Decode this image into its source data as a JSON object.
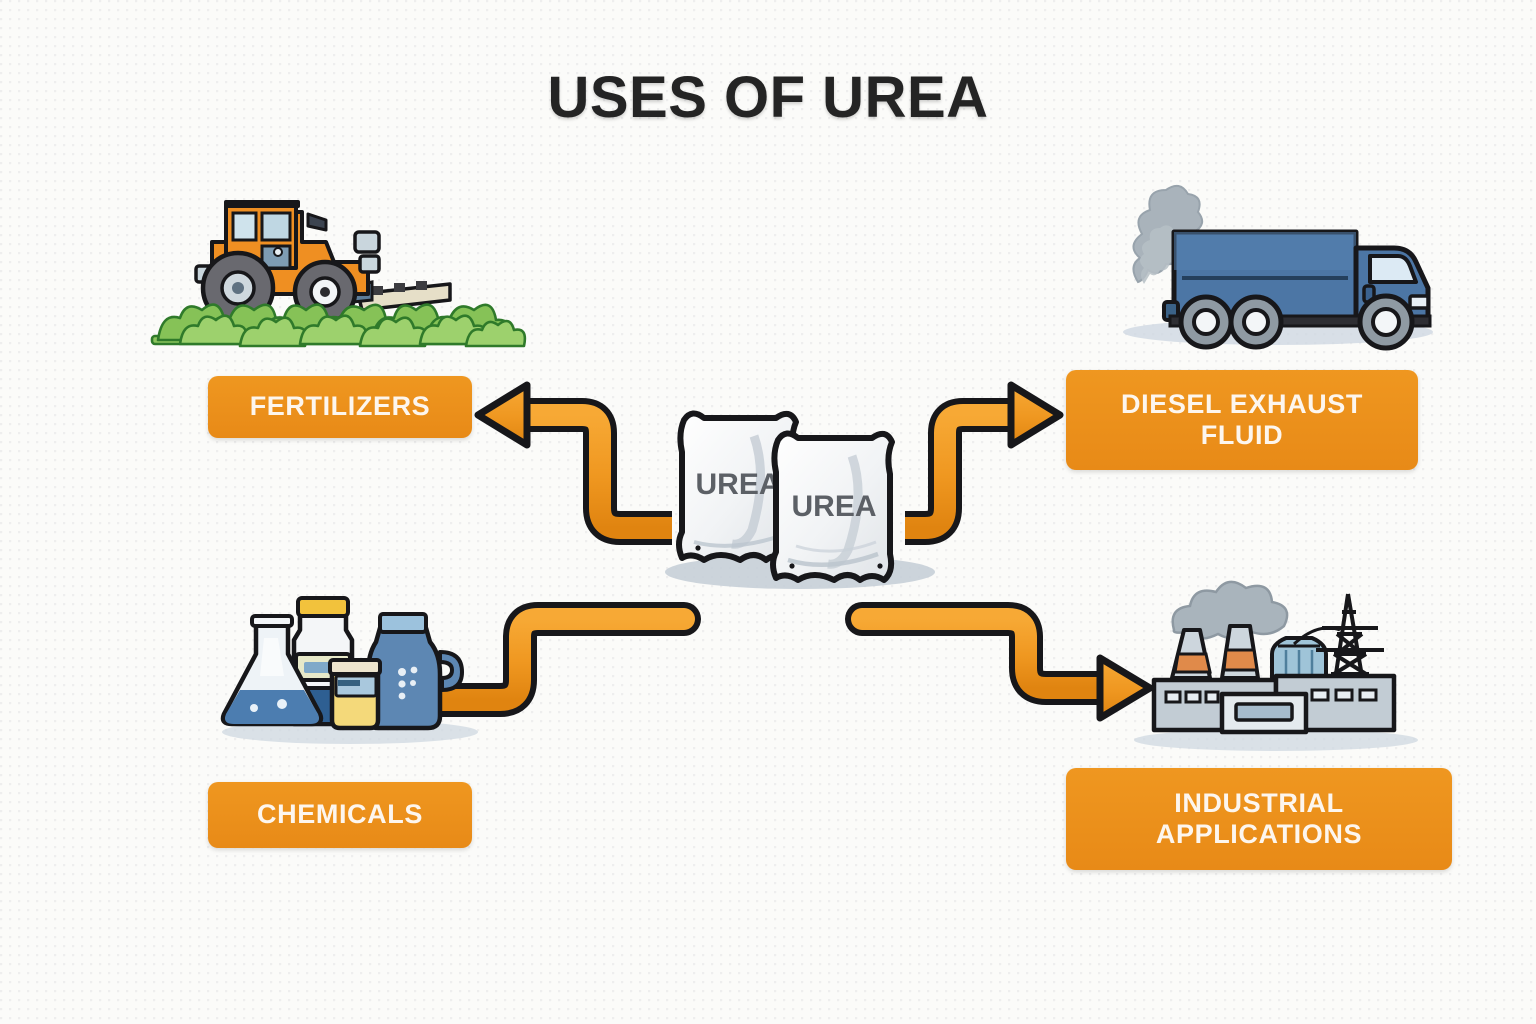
{
  "page": {
    "title": "USES OF UREA",
    "background_color": "#fbfbf9",
    "accent_color": "#e8911e",
    "label_text_color": "#fdf6ee",
    "title_color": "#242424"
  },
  "center": {
    "name": "urea-sacks",
    "sack_label_front": "UREA",
    "sack_label_back": "UREA",
    "sack_text_color": "#5c6066"
  },
  "branches": [
    {
      "id": "fertilizers",
      "label": "FERTILIZERS",
      "icon": "tractor-field-icon",
      "position": "top-left",
      "connector": "arrow-left-from-center",
      "arrowhead": true
    },
    {
      "id": "diesel_exhaust_fluid",
      "label": "DIESEL EXHAUST FLUID",
      "label_line1": "DIESEL EXHAUST",
      "label_line2": "FLUID",
      "icon": "diesel-truck-icon",
      "position": "top-right",
      "connector": "arrow-right-from-center",
      "arrowhead": true
    },
    {
      "id": "chemicals",
      "label": "CHEMICALS",
      "icon": "lab-glassware-icon",
      "position": "bottom-left",
      "connector": "pipe-left-no-head",
      "arrowhead": false
    },
    {
      "id": "industrial_applications",
      "label": "INDUSTRIAL APPLICATIONS",
      "label_line1": "INDUSTRIAL",
      "label_line2": "APPLICATIONS",
      "icon": "factory-plant-icon",
      "position": "bottom-right",
      "connector": "arrow-down-right-to-factory",
      "arrowhead": true
    }
  ],
  "colors": {
    "orange": "#e8911e",
    "orange_light": "#f5a531",
    "outline": "#17171a",
    "tractor_body": "#ef8f22",
    "truck_body": "#4c76a5",
    "crop_green": "#76b84a",
    "smoke_gray": "#9aa5ad",
    "sack_white": "#f2f4f6",
    "shadow_gray": "#c6ced6",
    "flask_liquid": "#4c7db0",
    "jar_yellow": "#f4d97a"
  }
}
